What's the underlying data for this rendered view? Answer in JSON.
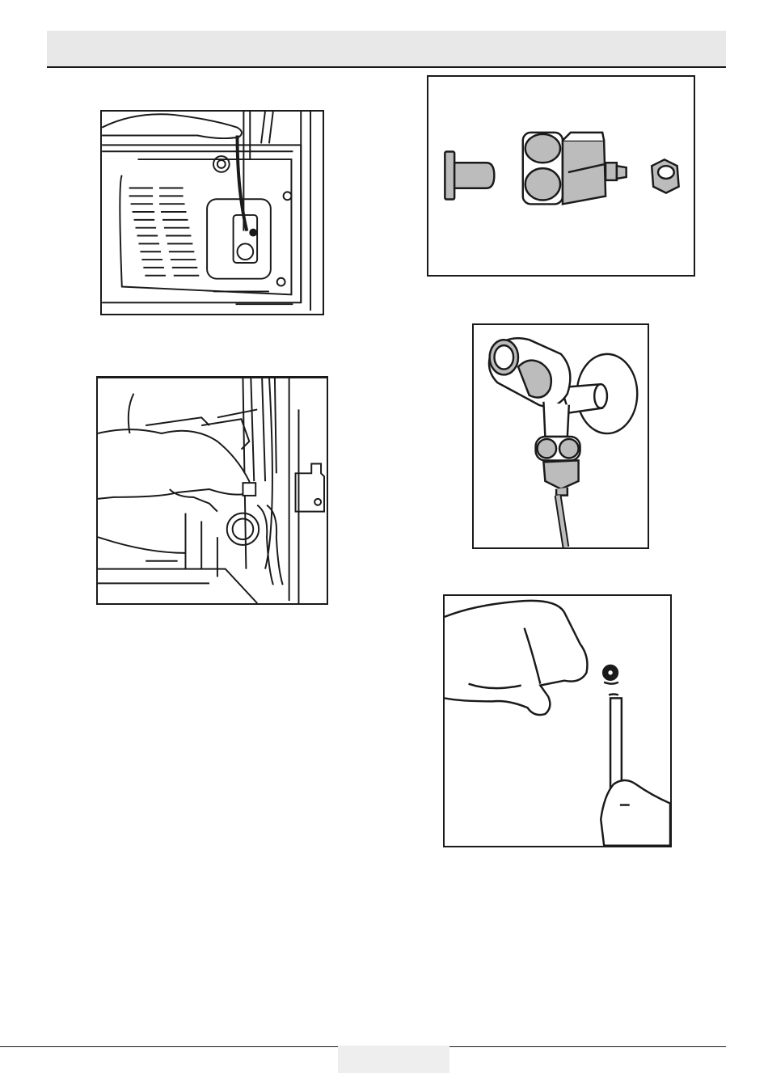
{
  "header": {
    "title": ""
  },
  "footer": {
    "page_number": ""
  },
  "colors": {
    "line": "#1a1a1a",
    "fill_gray": "#bcbcbc",
    "header_bg": "#e8e8e8",
    "page_box_bg": "#eeeeee"
  },
  "figures": [
    {
      "name": "figure-fridge-back-hose"
    },
    {
      "name": "figure-fittings-parts"
    },
    {
      "name": "figure-tap-hose-connection"
    },
    {
      "name": "figure-hose-clip-install"
    },
    {
      "name": "figure-nut-on-tube"
    }
  ]
}
